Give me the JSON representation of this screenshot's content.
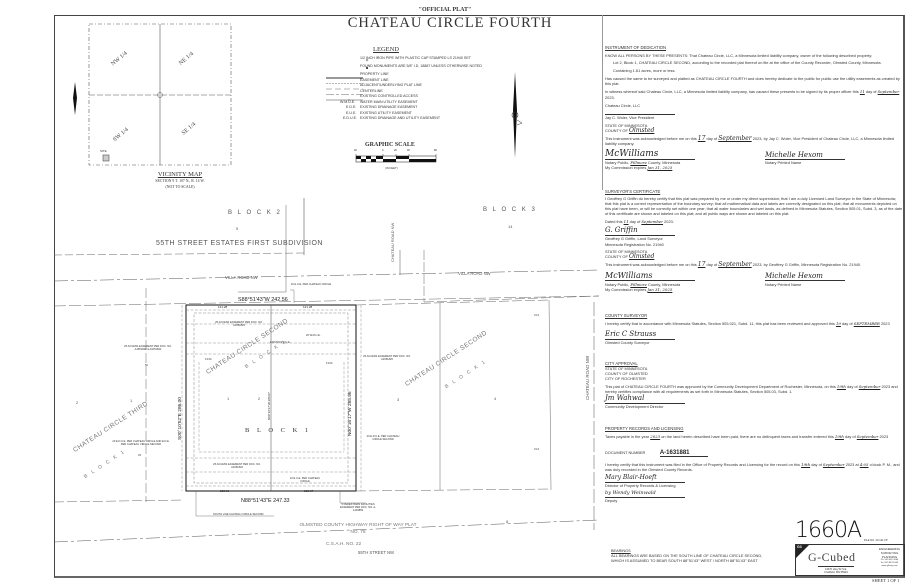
{
  "header": {
    "official_label": "\"OFFICIAL PLAT\"",
    "title": "CHATEAU CIRCLE FOURTH"
  },
  "vicinity_map": {
    "quarters": [
      "NW 1/4",
      "NE 1/4",
      "SW 1/4",
      "SE 1/4"
    ],
    "site_label": "SITE",
    "title": "VICINITY MAP",
    "section": "SECTION 9 T. 107 N., R. 14 W.",
    "note": "(NOT TO SCALE)"
  },
  "legend": {
    "title": "LEGEND",
    "items": [
      {
        "symbol": "open-circle",
        "text": "1/2 INCH IRON PIPE WITH PLASTIC CAP STAMPED LS 21940 SET"
      },
      {
        "symbol": "filled-circle",
        "text": "FOUND MONUMENTS ARE 5/8\" I.D. 18887 UNLESS OTHERWISE NOTED"
      },
      {
        "symbol": "solid-line",
        "text": "PROPERTY LINE"
      },
      {
        "symbol": "dashed-line",
        "text": "EASEMENT LINE"
      },
      {
        "symbol": "long-dash-line",
        "text": "ADJACENT/UNDERLYING PLAT LINE"
      },
      {
        "symbol": "center-line",
        "text": "CENTERLINE"
      },
      {
        "symbol": "access-line",
        "text": "EXISTING CONTROLLED ACCESS"
      },
      {
        "symbol": "W.M.U.E.",
        "text": "WATER MAIN UTILITY EASEMENT"
      },
      {
        "symbol": "E.D.E.",
        "text": "EXISTING DRAINAGE EASEMENT"
      },
      {
        "symbol": "E.U.E.",
        "text": "EXISTING UTILITY EASEMENT"
      },
      {
        "symbol": "E.D.U.E.",
        "text": "EXISTING DRAINAGE AND UTILITY EASEMENT"
      }
    ]
  },
  "graphic_scale": {
    "title": "GRAPHIC SCALE",
    "ticks": [
      "40",
      "0",
      "20",
      "40",
      "80"
    ],
    "units": "(IN FEET)"
  },
  "plat": {
    "block2": "B L O C K   2",
    "block2_lot": "5",
    "subdivision_name": "55TH STREET ESTATES FIRST SUBDIVISION",
    "block3": "B L O C K   3",
    "block3_lot": "14",
    "chateau_road_top": "CHATEAU ROAD NW",
    "chateau_road_right": "CHATEAU ROAD NW",
    "villa_road": "VILLA ROAD NW",
    "north_bearing": "S88°51'43\"W 242.56",
    "south_bearing": "N88°51'43\"E 247.33",
    "west_bearing": "S00°10'52\"E 286.00",
    "east_bearing": "N00°16'17\"W 285.96",
    "interior_bearing": "N00°16'17\"W 286.07",
    "north_seg_left": "121.28",
    "north_seg_right": "121.28",
    "south_seg_left": "123.66",
    "south_seg_right": "123.67",
    "circle_second_label": "CHATEAU CIRCLE SECOND",
    "circle_second_block": "B L O C K   1",
    "block1_label": "B L O C K   1",
    "lots": [
      "1",
      "2",
      "3",
      "4"
    ],
    "circle_third_label": "CHATEAU CIRCLE THIRD",
    "circle_third_block": "B L O C K   1",
    "third_lots": [
      "2",
      "1"
    ],
    "easements": {
      "top_eue": "10 E.U.E. PER CHATEAU CIRCLE",
      "access_top": "25 ACCESS EASEMENT PER DOC. NO. A1651826",
      "wmue": "20 W.M.U.E.",
      "existing": "EXISTING D.U.E.",
      "access_left": "25 ACCESS EASEMENT PER DOC. NO. A1651826 & A1651842",
      "access_right": "25 ACCESS EASEMENT PER DOC. NO. A1651826",
      "edue_left": "20 E.D.U.E. PER CHATEAU CIRCLE AND E.D.E. PER CHATEAU CIRCLE SECOND",
      "edue_right": "20 E.D.U.E. PER CHATEAU CIRCLE SECOND",
      "access_bottom": "25 ACCESS EASEMENT PER DOC. NO. A1651826",
      "eue_bottom": "10 E.U.E. PER CHATEAU CIRCLE",
      "pedestrian": "5 PEDESTRIAN FACILITIES EASEMENT PER DOC. NO. A-1433859",
      "south_line": "SOUTH LINE CHATEAU CIRCLE SECOND"
    },
    "dims": {
      "d50": "50",
      "d1300a": "13.00",
      "d1300b": "13.00",
      "d33": "33",
      "d40": "40.17",
      "d31": "31.6"
    },
    "highway_row": "OLMSTED COUNTY HIGHWAY RIGHT OF WAY PLAT NO. 78",
    "csah": "C.S.A.H. NO. 22",
    "street_55": "55TH STREET NW",
    "lot_8": "8"
  },
  "dedication": {
    "heading": "INSTRUMENT OF DEDICATION",
    "p1": "KNOW ALL PERSONS BY THESE PRESENTS: That Chateau Circle, LLC, a Minnesota limited liability company, owner of the following described property:",
    "p2": "Lot 2, Block 1, CHATEAU CIRCLE SECOND, according to the recorded plat thereof on file at the office of the County Recorder, Olmsted County, Minnesota.",
    "p3": "Containing 1.61 acres, more or less.",
    "p4": "Has caused the same to be surveyed and platted as CHATEAU CIRCLE FOURTH and does hereby dedicate to the public for public use the utility easements as created by this plat.",
    "p5_a": "In witness whereof said Chateau Circle, LLC, a Minnesota limited liability company, has caused these presents to be signed by its proper officer this",
    "p5_day": "11",
    "p5_b": "day of",
    "p5_month": "September",
    "p5_year": "2023.",
    "company": "Chateau Circle, LLC",
    "signer": "Jay C. Woler, Vice President",
    "state": "STATE OF MINNESOTA",
    "county_label": "COUNTY OF",
    "county_val": "Olmsted",
    "ack_a": "This instrument was acknowledged before me on this",
    "ack_day": "17",
    "ack_b": "day of",
    "ack_month": "September",
    "ack_c": "2023, by Jay C. Woler, Vice President of Chateau Circle, LLC, a Minnesota limited liability company.",
    "notary_sig": "McWilliams",
    "notary_printed": "Michelle Hexom",
    "notary_public_label": "Notary Public,",
    "notary_county": "Fillmore",
    "notary_county_suffix": "County, Minnesota",
    "commission_label": "My Commission expires",
    "commission_val": "Jan 31, 2025",
    "notary_printed_label": "Notary Printed Name"
  },
  "surveyor": {
    "heading": "SURVEYOR'S CERTIFICATE",
    "text": "I Geoffrey G Griffin do hereby certify that this plat was prepared by me or under my direct supervision; that I am a duly Licensed Land Surveyor in the State of Minnesota; that this plat is a correct representation of the boundary survey; that all mathematical data and labels are correctly designated on this plat; that all monuments depicted on this plat have been, or will be correctly set within one year; that all water boundaries and wet lands, as defined in Minnesota Statutes, Section 505.01, Subd. 3, as of the date of this certificate are shown and labeled on this plat; and all public ways are shown and labeled on this plat.",
    "dated_a": "Dated this",
    "dated_day": "11",
    "dated_b": "day of",
    "dated_month": "September",
    "dated_year": "2023.",
    "sig": "G. Griffin",
    "name": "Geoffrey G Griffin, Land Surveyor",
    "reg": "Minnesota Registration No. 21940",
    "state": "STATE OF MINNESOTA",
    "county_label": "COUNTY OF",
    "county_val": "Olmsted",
    "ack_a": "This instrument was acknowledged before me on this",
    "ack_day": "17",
    "ack_b": "day of",
    "ack_month": "September",
    "ack_c": "2023, by Geoffrey G Griffin, Minnesota Registration No. 21940.",
    "notary_sig": "McWilliams",
    "notary_printed": "Michelle Hexom",
    "notary_public_label": "Notary Public,",
    "notary_county": "Fillmore",
    "notary_county_suffix": "County, Minnesota",
    "commission_label": "My Commission expires",
    "commission_val": "Jan 31, 2025",
    "notary_printed_label": "Notary Printed Name"
  },
  "county_surveyor": {
    "heading": "COUNTY SURVEYOR",
    "text_a": "I hereby certify that in accordance with Minnesota Statutes, Section 505.021, Subd. 11, this plat has been reviewed and approved this",
    "day": "19",
    "text_b": "day of",
    "month": "SEPTEMBER",
    "year": "2023",
    "sig": "Eric C Strauss",
    "title": "Olmsted County Surveyor"
  },
  "city_approval": {
    "heading": "CITY APPROVAL",
    "lines": [
      "STATE OF MINNESOTA",
      "COUNTY OF OLMSTED",
      "CITY OF ROCHESTER"
    ],
    "text_a": "This plat of CHATEAU CIRCLE FOURTH was approved by the Community Development Department of Rochester, Minnesota, on this",
    "day": "19th",
    "text_b": "day of",
    "month": "September",
    "text_c": "2023 and hereby certifies compliance with all requirements as set forth in Minnesota Statutes, Section 505.03, Subd. 1.",
    "sig": "Jm Wahwal",
    "title": "Community Development Director"
  },
  "property_records": {
    "heading": "PROPERTY RECORDS AND LICENSING",
    "taxes_a": "Taxes payable in the year",
    "taxes_year": "2023",
    "taxes_b": "on the land herein described have been paid, there are no delinquent taxes and transfer entered this",
    "taxes_day": "19th",
    "taxes_c": "day of",
    "taxes_month": "September",
    "taxes_year2": "2023",
    "doc_label": "DOCUMENT NUMBER",
    "doc_number": "A-1631881",
    "filed_a": "I hereby certify that this instrument was filed in the Office of Property Records and Licensing for the record on this",
    "filed_day": "19th",
    "filed_b": "day of",
    "filed_month": "September",
    "filed_c": "2023 at",
    "filed_time": "4:05",
    "filed_d": "o'clock P. M., and was duly recorded in the Olmsted County Records.",
    "director_sig": "Mary Blair-Hoeft",
    "director_title": "Director of Property Records & Licensing",
    "deputy_sig": "by Wendy Weinwald",
    "deputy_title": "Deputy"
  },
  "bearings": {
    "heading": "BEARINGS",
    "text1": "ALL BEARINGS ARE BASED ON THE SOUTH LINE OF CHATEAU CIRCLE SECOND,",
    "text2": "WHICH IS ASSUMED TO BEAR SOUTH 88°51'43\" WEST / NORTH 88°51'43\" EAST"
  },
  "title_block": {
    "handwritten_number": "1660A",
    "file_no": "FILE NO. 20-141 FP",
    "company": "G-Cubed",
    "logo_mark": "G3",
    "services": [
      "ENGINEERING",
      "SURVEYING",
      "PLANNING"
    ],
    "contact": [
      "Ph: 507-867-1666",
      "Fx: 507-867-1665",
      "www.g3eng.com"
    ],
    "address1": "14070 Hwy 52 S.E.",
    "address2": "Chatfield, MN 55923",
    "sheet": "SHEET 1 OF 1"
  },
  "colors": {
    "line": "#333333",
    "text": "#333333",
    "paper": "#ffffff"
  }
}
